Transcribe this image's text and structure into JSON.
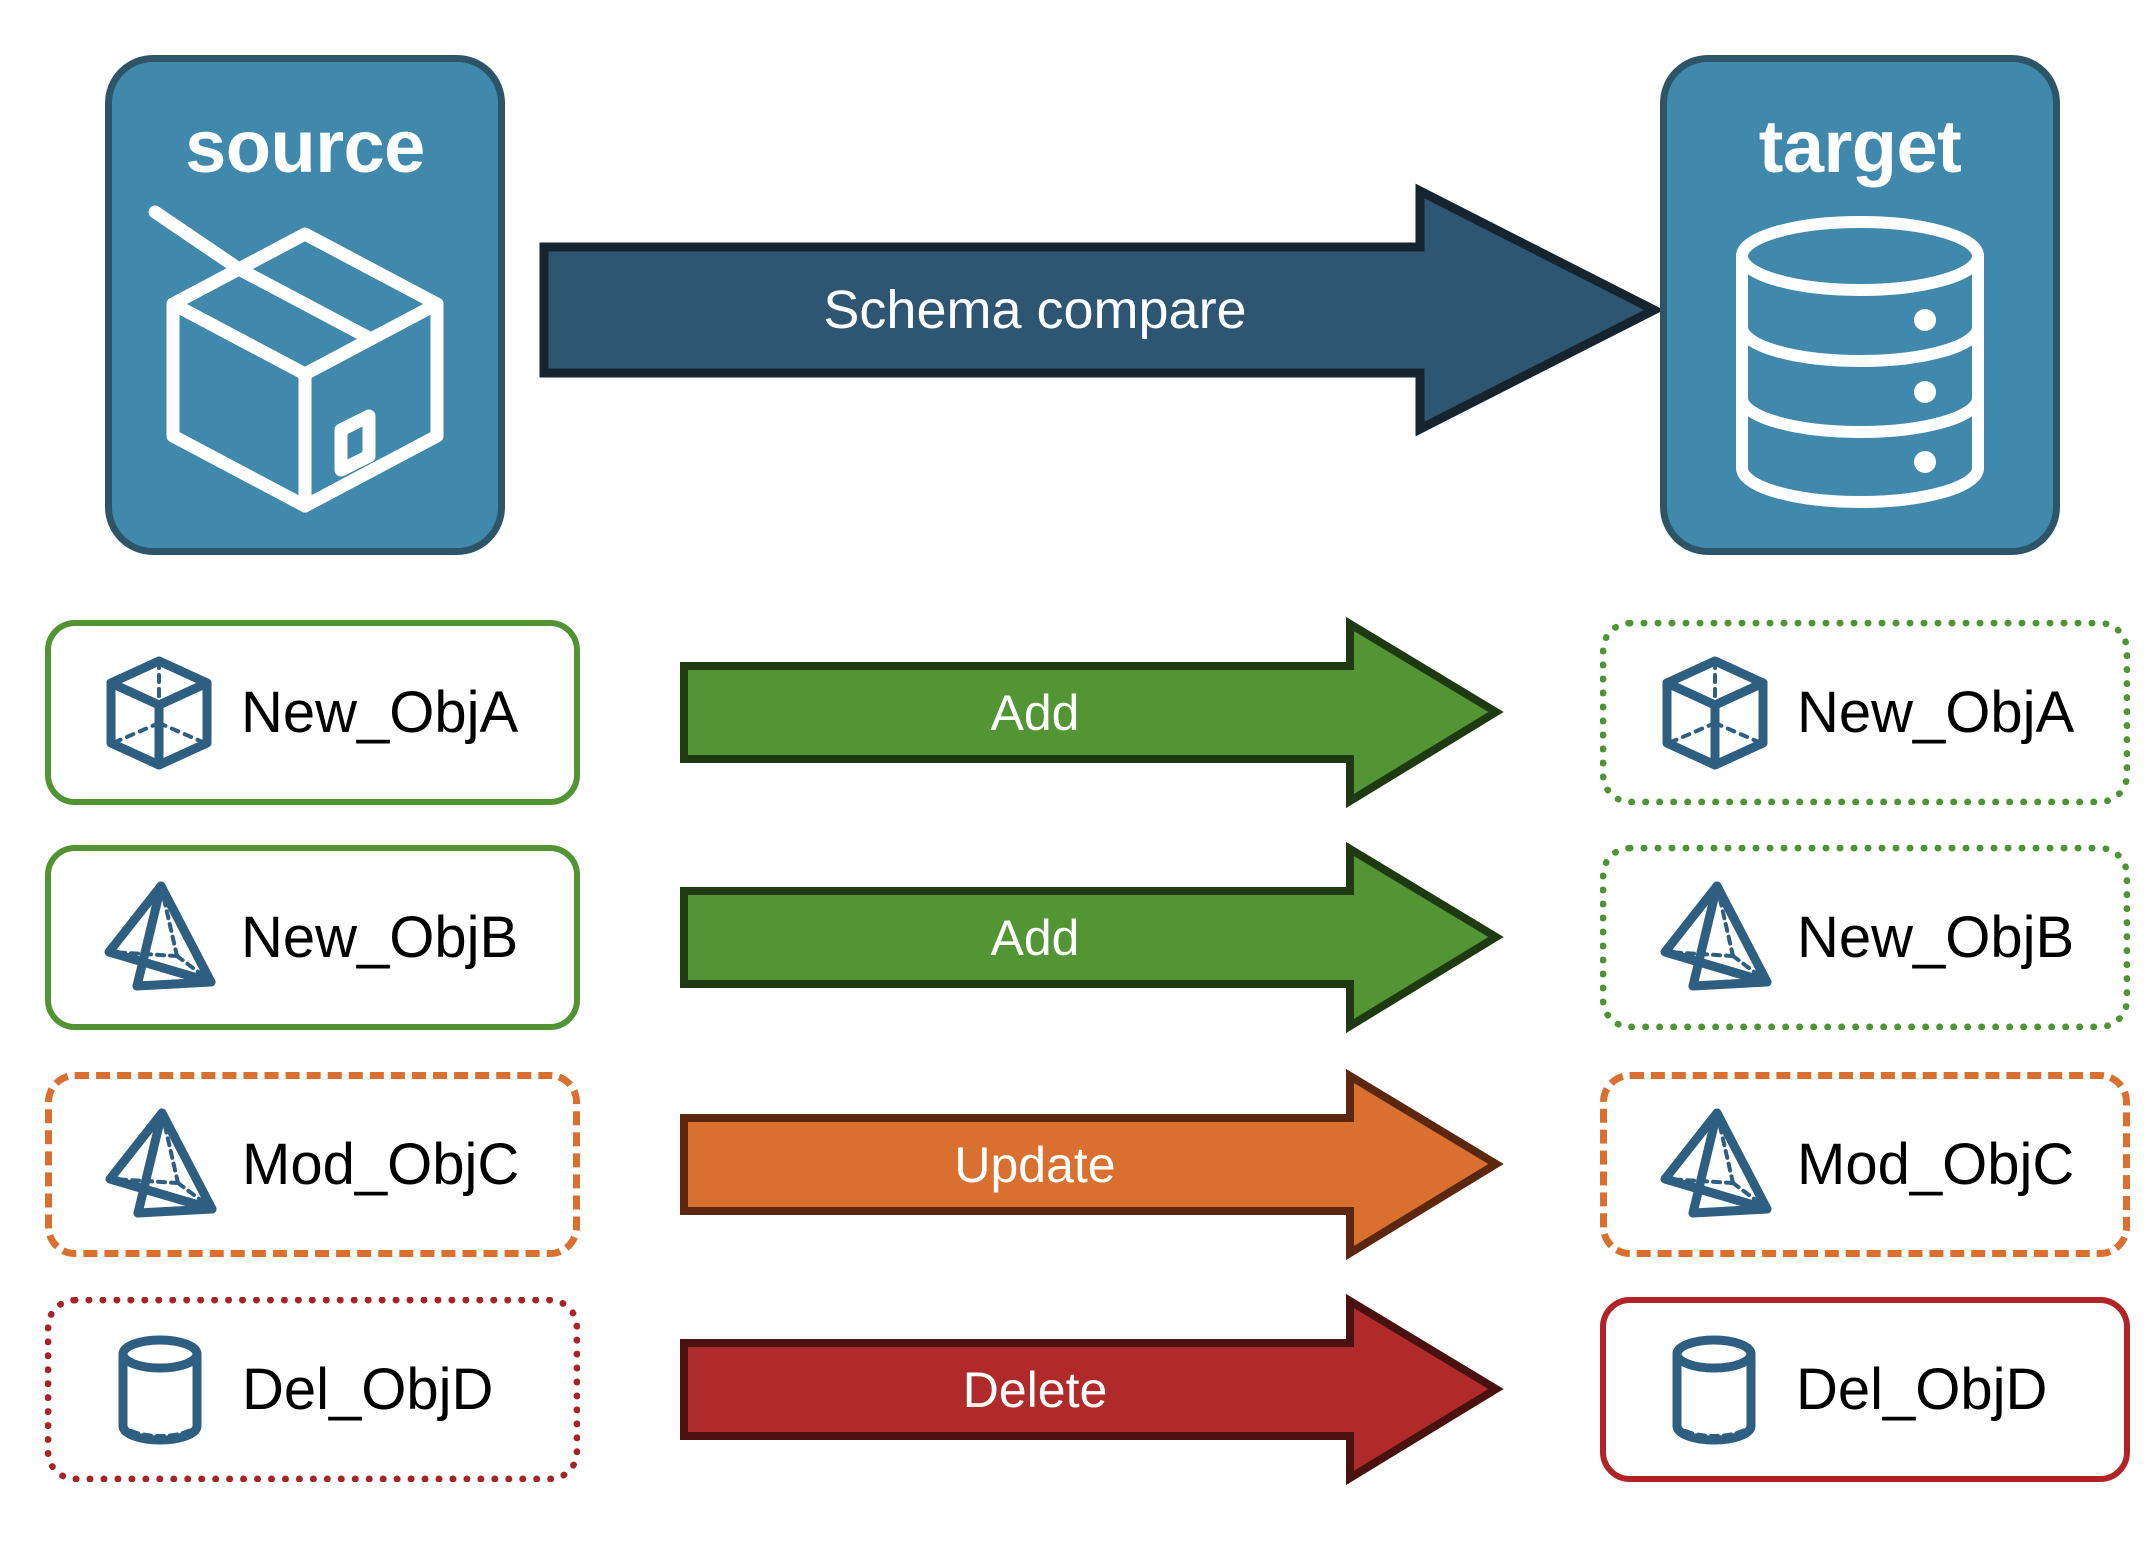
{
  "endpoints": {
    "source": {
      "title": "source",
      "icon": "package-box-icon",
      "panel_color": "#4089AC",
      "border_color": "#2E5567"
    },
    "target": {
      "title": "target",
      "icon": "database-cylinder-icon",
      "panel_color": "#4089AC",
      "border_color": "#2E5567"
    }
  },
  "schema_arrow": {
    "label": "Schema compare",
    "fill": "#2E5572",
    "stroke": "#16242F",
    "text_color": "#FFFFFF"
  },
  "rows": [
    {
      "action": "Add",
      "arrow_fill": "#539434",
      "arrow_stroke": "#1F3A12",
      "source": {
        "label": "New_ObjA",
        "icon": "cube-wireframe-icon",
        "border_style": "solid",
        "border_color": "#529334"
      },
      "target": {
        "label": "New_ObjA",
        "icon": "cube-wireframe-icon",
        "border_style": "dotted",
        "border_color": "#4E9334"
      }
    },
    {
      "action": "Add",
      "arrow_fill": "#539434",
      "arrow_stroke": "#1F3A12",
      "source": {
        "label": "New_ObjB",
        "icon": "pyramid-wireframe-icon",
        "border_style": "solid",
        "border_color": "#529334"
      },
      "target": {
        "label": "New_ObjB",
        "icon": "pyramid-wireframe-icon",
        "border_style": "dotted",
        "border_color": "#4E9334"
      }
    },
    {
      "action": "Update",
      "arrow_fill": "#D9702F",
      "arrow_stroke": "#5C2710",
      "source": {
        "label": "Mod_ObjC",
        "icon": "pyramid-wireframe-icon",
        "border_style": "dashed",
        "border_color": "#D9702F"
      },
      "target": {
        "label": "Mod_ObjC",
        "icon": "pyramid-wireframe-icon",
        "border_style": "dashed",
        "border_color": "#D9702F"
      }
    },
    {
      "action": "Delete",
      "arrow_fill": "#B02A2A",
      "arrow_stroke": "#4A1111",
      "source": {
        "label": "Del_ObjD",
        "icon": "cylinder-wireframe-icon",
        "border_style": "dotted",
        "border_color": "#A62327"
      },
      "target": {
        "label": "Del_ObjD",
        "icon": "cylinder-wireframe-icon",
        "border_style": "solid",
        "border_color": "#B22327"
      }
    }
  ],
  "palette": {
    "icon_blue": "#2E5E80",
    "panel_blue": "#4089AC",
    "green": "#539434",
    "orange": "#D9702F",
    "red": "#B02A2A",
    "background": "#FFFFFF"
  }
}
